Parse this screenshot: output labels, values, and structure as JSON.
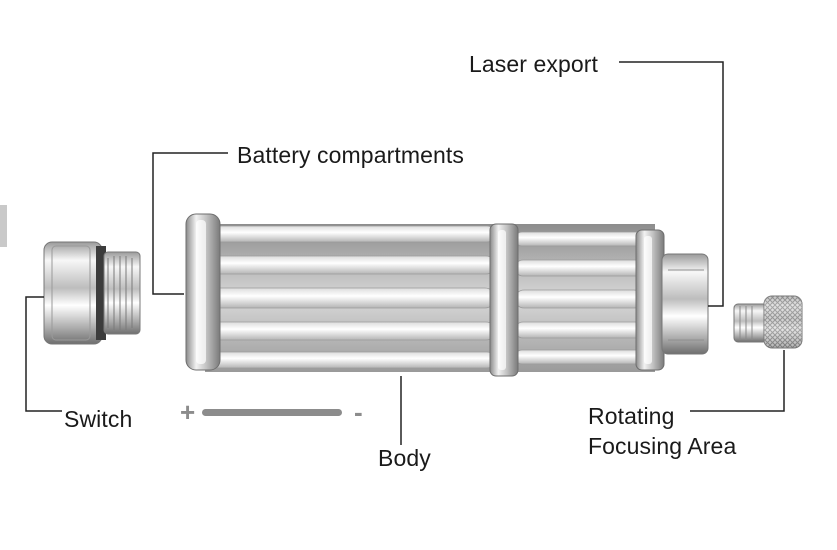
{
  "labels": {
    "laser_export": "Laser export",
    "battery": "Battery compartments",
    "switch": "Switch",
    "body": "Body",
    "rotating": "Rotating",
    "focusing": "Focusing Area",
    "plus": "+",
    "minus": "-"
  },
  "colors": {
    "leader_line": "#222222",
    "metal_light": "#f4f4f4",
    "metal_mid": "#c4c4c4",
    "metal_dark": "#6e6e6e",
    "polarity_bar": "#8c8c8c"
  }
}
